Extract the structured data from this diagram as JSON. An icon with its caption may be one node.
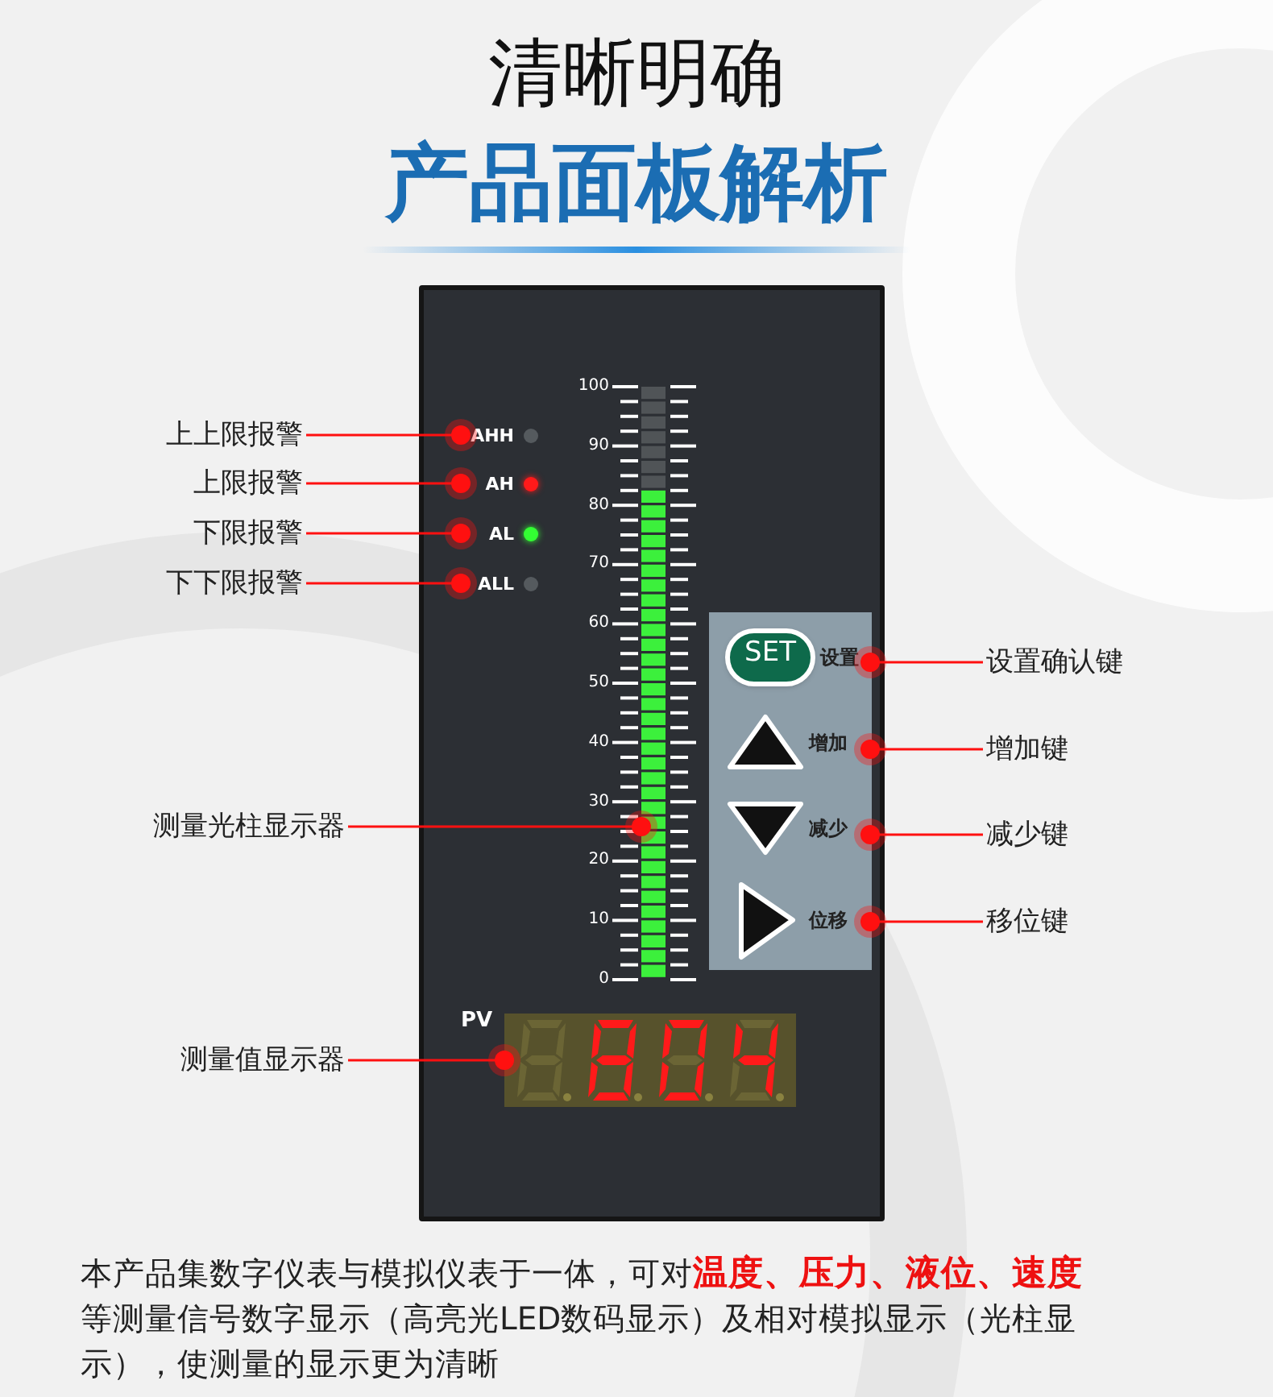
{
  "diagram": {
    "title": "清晰明确",
    "nodes": [
      {
        "text": [
          "上上限报警"
        ]
      },
      {
        "text": [
          "上限报警"
        ]
      },
      {
        "text": [
          "下限报警"
        ]
      },
      {
        "text": [
          "下下限报警"
        ]
      },
      {
        "text": [
          "测量光柱显示器"
        ]
      },
      {
        "text": [
          "测量值显示器"
        ]
      },
      {
        "text": [
          "设置确认键"
        ]
      },
      {
        "text": [
          "增加键"
        ]
      },
      {
        "text": [
          "减少键"
        ]
      },
      {
        "text": [
          "移位键"
        ]
      },
      {
        "text": [
          "AHH"
        ]
      },
      {
        "text": [
          "AH"
        ]
      },
      {
        "text": [
          "AL"
        ]
      },
      {
        "text": [
          "ALL"
        ]
      },
      {
        "text": [],
        "shape": "bar"
      },
      {
        "text": [],
        "shape": "box",
        "beside": [
          "PV"
        ]
      },
      {
        "text": [
          "SET"
        ],
        "beside": [
          "设置"
        ]
      },
      {
        "text": [],
        "shape": "triangle",
        "beside": [
          "增加"
        ]
      },
      {
        "text": [],
        "shape": "triangle",
        "beside": [
          "减少"
        ]
      },
      {
        "text": [],
        "shape": "triangle",
        "beside": [
          "位移"
        ]
      }
    ],
    "edges": [
      {
        "from": 0,
        "to": 10,
        "arrow": "other"
      },
      {
        "from": 1,
        "to": 11,
        "arrow": "other"
      },
      {
        "from": 2,
        "to": 12,
        "arrow": "other"
      },
      {
        "from": 3,
        "to": 13,
        "arrow": "other"
      },
      {
        "from": 4,
        "to": 14,
        "arrow": "other"
      },
      {
        "from": 5,
        "to": 15,
        "arrow": "other"
      },
      {
        "from": 6,
        "to": 16,
        "arrow": "other"
      },
      {
        "from": 7,
        "to": 17,
        "arrow": "other"
      },
      {
        "from": 8,
        "to": 18,
        "arrow": "other"
      },
      {
        "from": 9,
        "to": 19,
        "arrow": "other"
      }
    ],
    "labels": [
      "产品面板解析",
      "100",
      "90",
      "80",
      "70",
      "60",
      "50",
      "40",
      "30",
      "20",
      "10",
      "0"
    ],
    "caption": "本产品集数字仪表与模拟仪表于一体，可对**温度、压力、液位、速度**等测量信号数字显示（高亮光LED数码显示）及相对模拟显示（光柱显示），使测量的显示更为清晰"
  }
}
